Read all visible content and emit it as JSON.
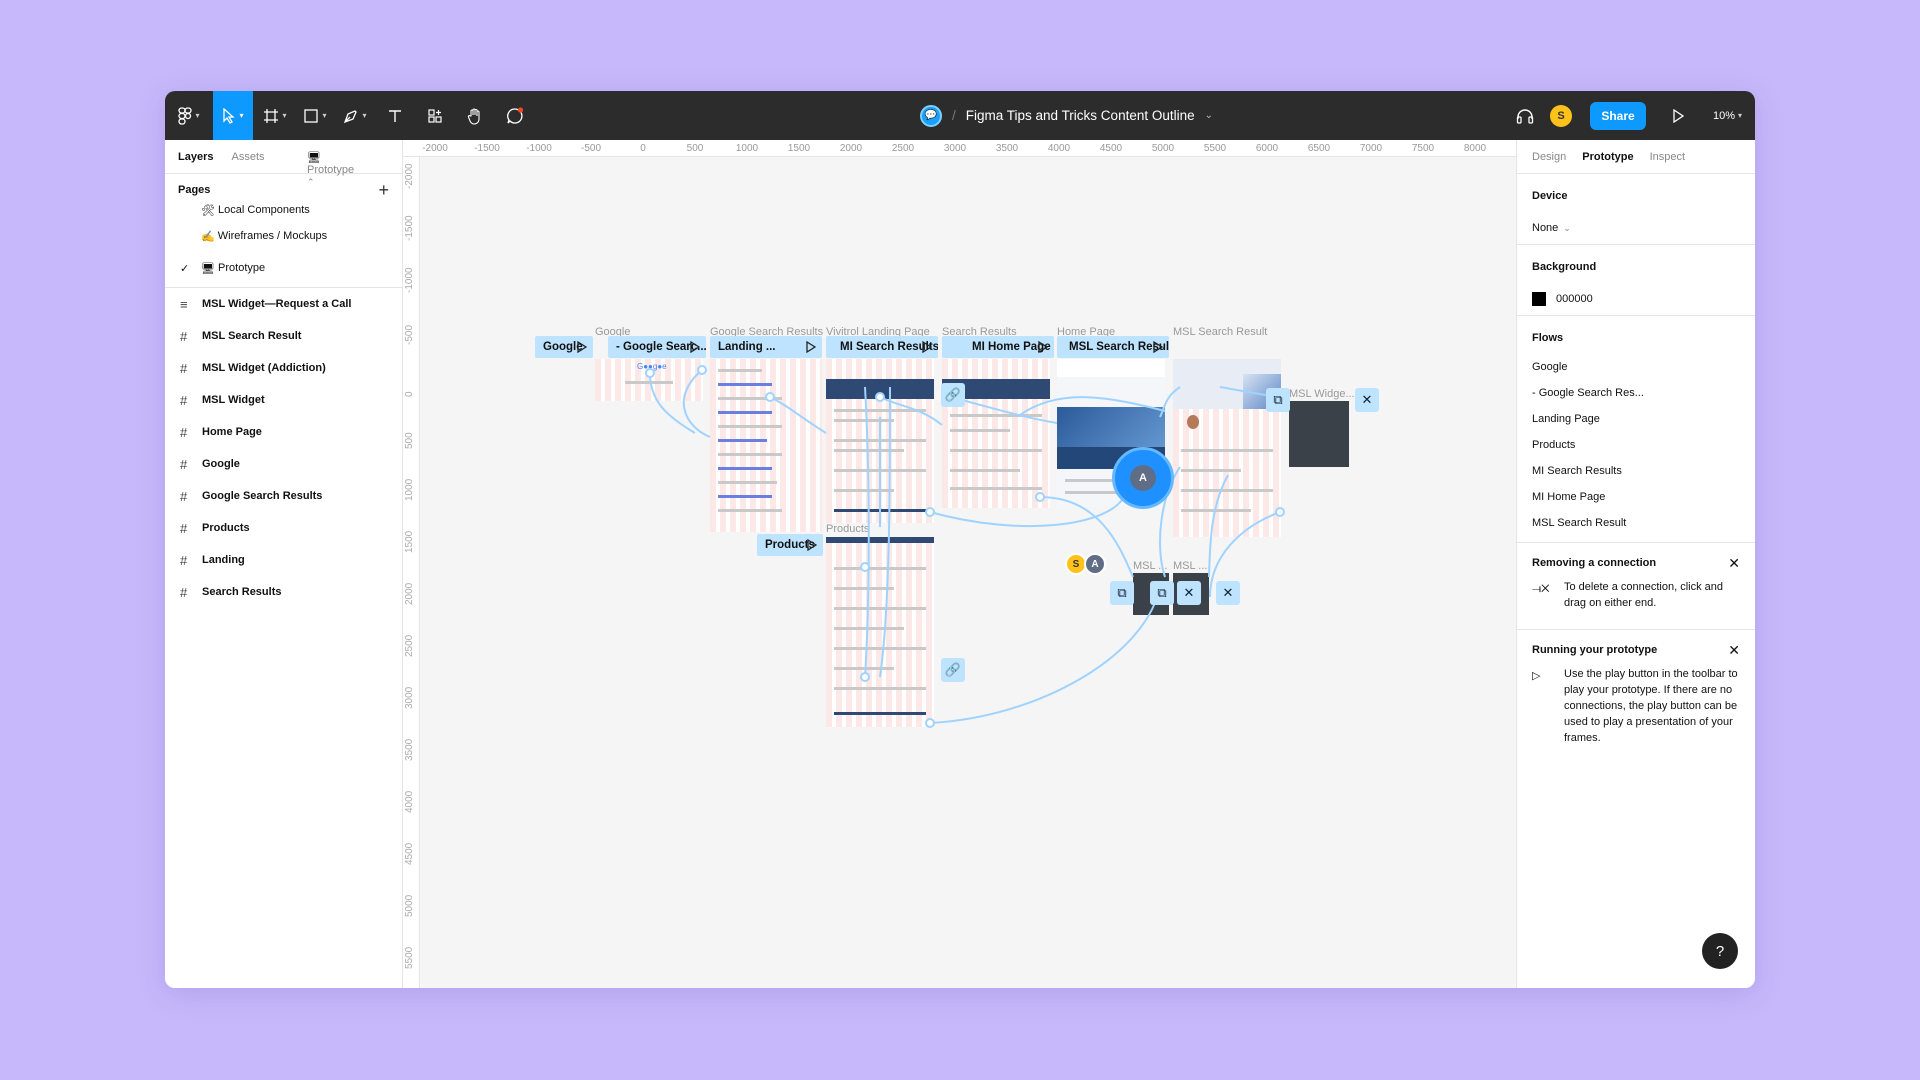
{
  "toolbar": {
    "file_name": "Figma Tips and Tricks Content Outline",
    "user_initial": "S",
    "share_label": "Share",
    "zoom": "10%",
    "icons": [
      "figma-menu-icon",
      "move-tool-icon",
      "frame-tool-icon",
      "shape-tool-icon",
      "pen-tool-icon",
      "text-tool-icon",
      "resources-icon",
      "hand-tool-icon",
      "comment-icon",
      "headphones-icon",
      "present-icon"
    ]
  },
  "left_panel": {
    "tabs": [
      "Layers",
      "Assets"
    ],
    "page_selector": "Prototype",
    "pages_title": "Pages",
    "pages": [
      {
        "icon": "🛠",
        "label": "Local Components"
      },
      {
        "icon": "✍️",
        "label": "Wireframes / Mockups"
      },
      {
        "icon": "🖥",
        "label": "Prototype",
        "selected": true
      }
    ],
    "layers": [
      {
        "icon": "≡",
        "label": "MSL Widget—Request a Call"
      },
      {
        "icon": "#",
        "label": "MSL Search Result"
      },
      {
        "icon": "#",
        "label": "MSL Widget (Addiction)"
      },
      {
        "icon": "#",
        "label": "MSL Widget"
      },
      {
        "icon": "#",
        "label": "Home Page"
      },
      {
        "icon": "#",
        "label": "Google"
      },
      {
        "icon": "#",
        "label": "Google Search Results"
      },
      {
        "icon": "#",
        "label": "Products"
      },
      {
        "icon": "#",
        "label": "Landing"
      },
      {
        "icon": "#",
        "label": "Search Results"
      }
    ]
  },
  "rulers": {
    "top": [
      "-2000",
      "-1500",
      "-1000",
      "-500",
      "0",
      "500",
      "1000",
      "1500",
      "2000",
      "2500",
      "3000",
      "3500",
      "4000",
      "4500",
      "5000",
      "5500",
      "6000",
      "6500",
      "7000",
      "7500",
      "8000"
    ],
    "left": [
      "-2000",
      "-1500",
      "-1000",
      "-500",
      "0",
      "500",
      "1000",
      "1500",
      "2000",
      "2500",
      "3000",
      "3500",
      "4000",
      "4500",
      "5000",
      "5500"
    ]
  },
  "canvas": {
    "frame_titles": [
      "Google",
      "Google Search Results",
      "Vivitrol Landing Page",
      "Search Results",
      "Home Page",
      "MSL Search Result",
      "MSL Widge...",
      "Products",
      "MSL ...",
      "MSL ..."
    ],
    "flow_labels": [
      "Google",
      "- Google Searc...",
      "Landing ...",
      "MI Search Results",
      "MI Home Page",
      "MSL Search Result",
      "Products"
    ],
    "cursor_user": "A",
    "avatars": [
      "S",
      "A"
    ]
  },
  "right_panel": {
    "tabs": [
      "Design",
      "Prototype",
      "Inspect"
    ],
    "device_title": "Device",
    "device_value": "None",
    "background_title": "Background",
    "background_value": "000000",
    "flows_title": "Flows",
    "flows": [
      "Google",
      "- Google Search Res...",
      "Landing Page",
      "Products",
      "MI Search Results",
      "MI Home Page",
      "MSL Search Result"
    ],
    "tip1_title": "Removing a connection",
    "tip1_text": "To delete a connection, click and drag on either end.",
    "tip2_title": "Running your prototype",
    "tip2_text": "Use the play button in the toolbar to play your prototype. If there are no connections, the play button can be used to play a presentation of your frames."
  },
  "help_label": "?"
}
